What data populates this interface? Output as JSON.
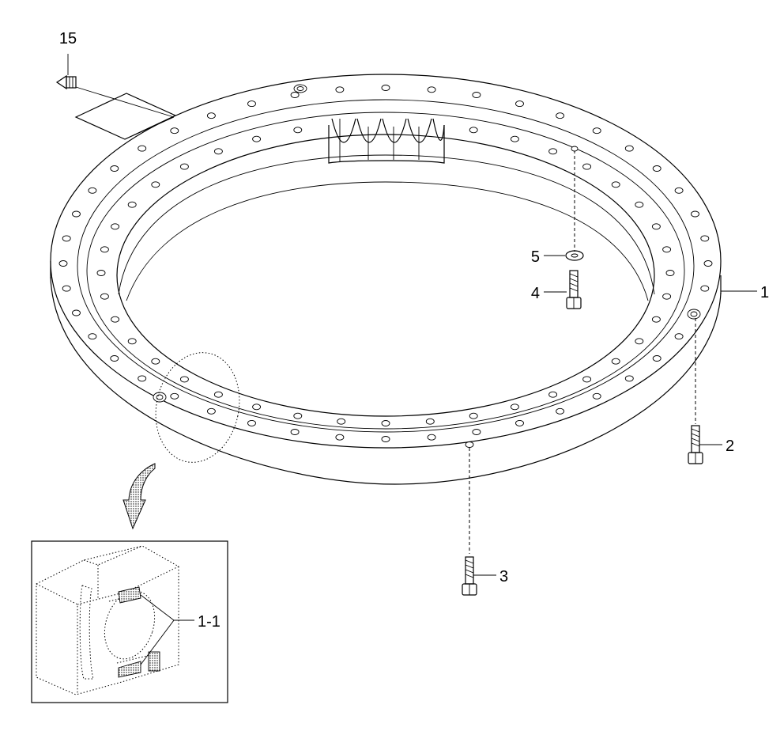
{
  "callouts": {
    "c15": "15",
    "c5": "5",
    "c4": "4",
    "c1": "1",
    "c2": "2",
    "c3": "3",
    "c11": "1-1"
  }
}
